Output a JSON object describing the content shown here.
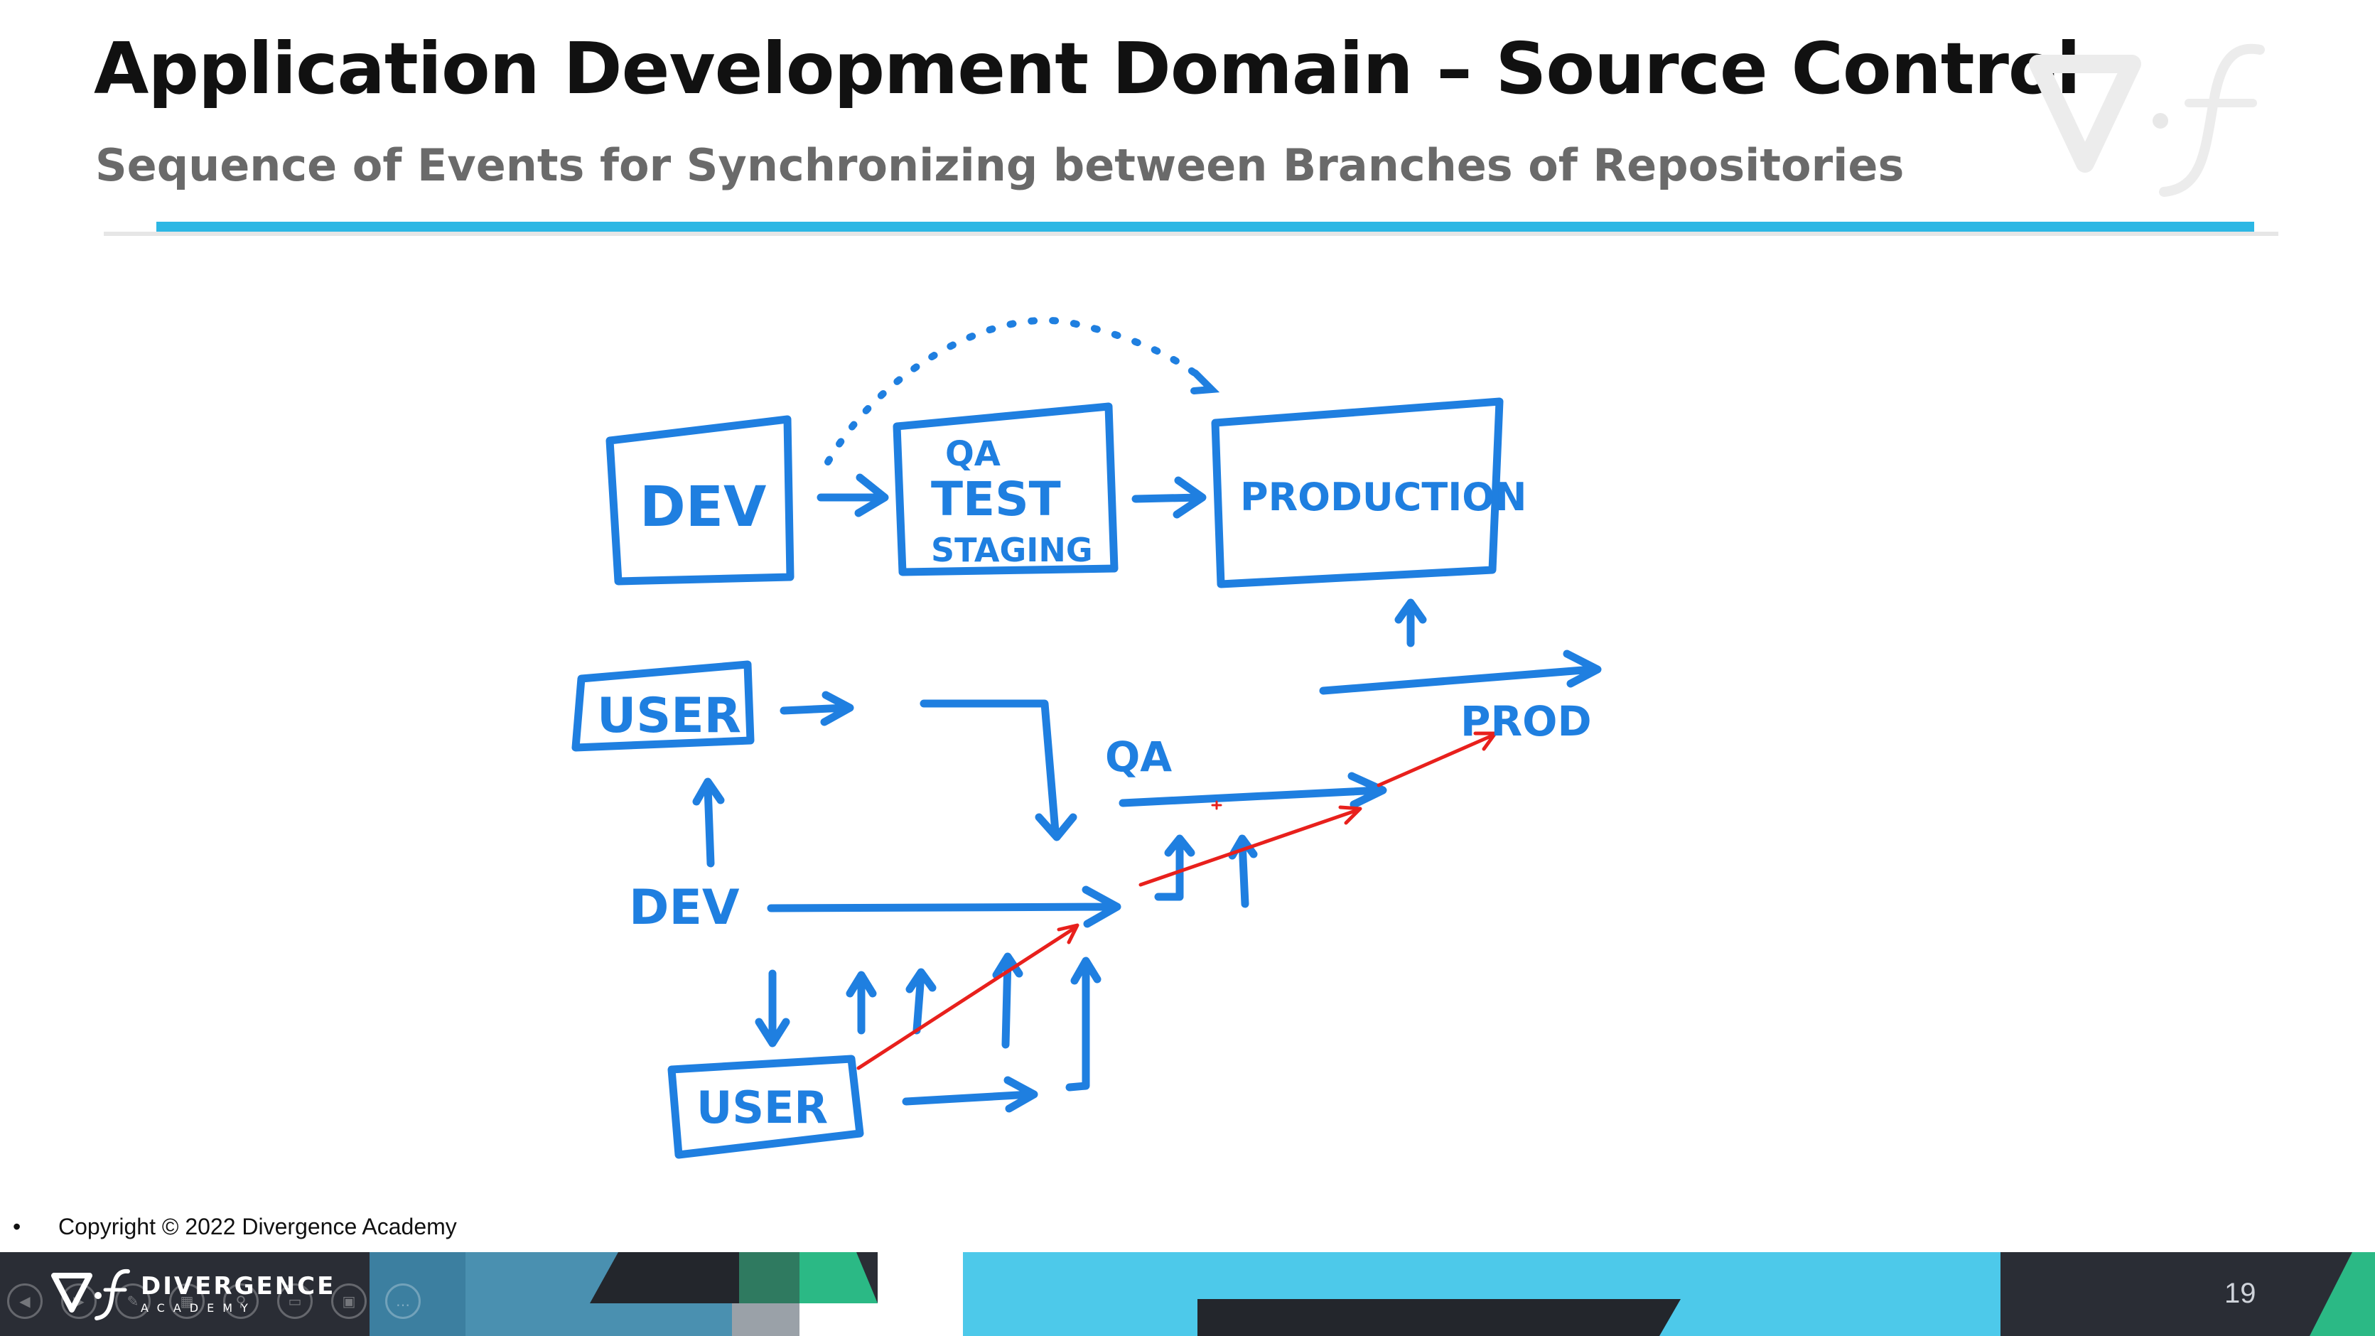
{
  "slide": {
    "title": "Application Development Domain – Source Control",
    "subtitle": "Sequence of Events for Synchronizing between Branches of Repositories"
  },
  "diagram": {
    "boxes": {
      "dev": "DEV",
      "qa_line1": "QA",
      "qa_line2": "TEST",
      "qa_line3": "STAGING",
      "production": "PRODUCTION"
    },
    "labels": {
      "user_top": "USER",
      "dev_branch": "DEV",
      "user_bottom": "USER",
      "qa_branch": "QA",
      "prod_branch": "PROD"
    },
    "colors": {
      "ink_blue": "#1f7fe0",
      "ink_red": "#e8201c"
    }
  },
  "footer": {
    "copyright": "Copyright © 2022 Divergence Academy",
    "brand": "DIVERGENCE",
    "brand_sub": "ACADEMY",
    "page_number": "19",
    "controls": [
      "prev-icon",
      "next-icon",
      "pen-icon",
      "grid-icon",
      "zoom-icon",
      "subtitles-icon",
      "slides-icon",
      "more-icon"
    ]
  },
  "colors": {
    "accent": "#2cb7e4",
    "footer_dark": "#2a2d35",
    "footer_teal": "#4dc9ea",
    "footer_green": "#2bb985"
  }
}
